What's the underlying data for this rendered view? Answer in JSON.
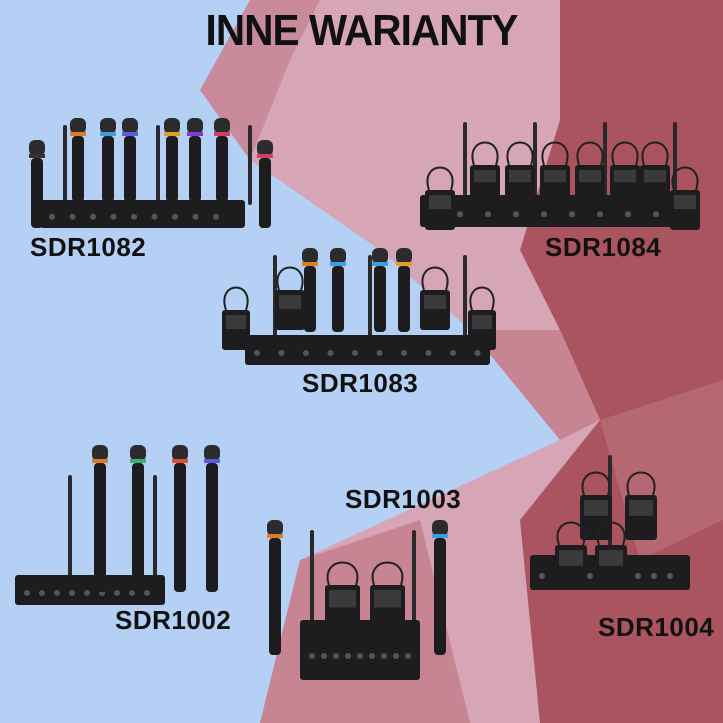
{
  "title": "INNE WARIANTY",
  "colors": {
    "light_blue": "#b4d0f4",
    "pink": "#d6a5b6",
    "mauve": "#c78593",
    "dark_red": "#a9545e",
    "equipment": "#1d1d1f"
  },
  "products": [
    {
      "model": "SDR1082",
      "icon": "eight-handheld-microphones-receiver"
    },
    {
      "model": "SDR1084",
      "icon": "eight-bodypack-headset-receiver"
    },
    {
      "model": "SDR1083",
      "icon": "four-mic-four-bodypack-receiver"
    },
    {
      "model": "SDR1002",
      "icon": "four-handheld-microphones-receiver"
    },
    {
      "model": "SDR1003",
      "icon": "two-mic-two-bodypack-receiver"
    },
    {
      "model": "SDR1004",
      "icon": "four-bodypack-headset-receiver"
    }
  ]
}
